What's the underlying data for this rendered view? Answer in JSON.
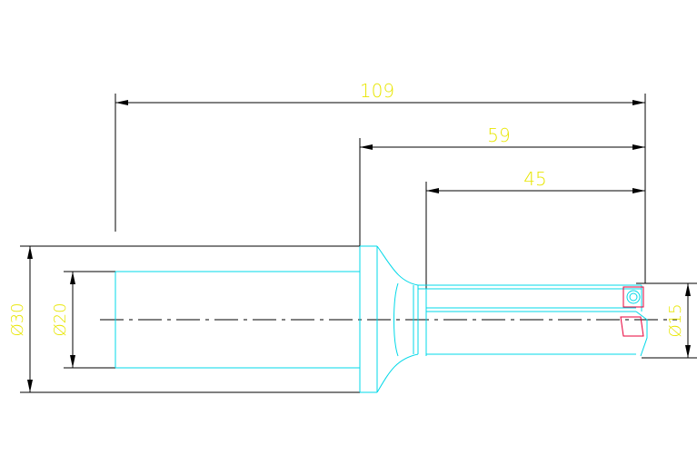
{
  "colors": {
    "background": "#ffffff",
    "dimension": "#000000",
    "dimension_text": "#e8e600",
    "tool_outline": "#00d8e8",
    "insert_outline": "#e8003a",
    "centerline": "#000000"
  },
  "dimensions": {
    "overall_length": "109",
    "flute_shoulder_length": "59",
    "flute_length": "45",
    "flange_diameter": "Ø30",
    "shank_diameter": "Ø20",
    "cutting_diameter": "Ø15"
  },
  "icons": {
    "arrowhead": "arrowhead-icon",
    "insert": "insert-icon"
  }
}
